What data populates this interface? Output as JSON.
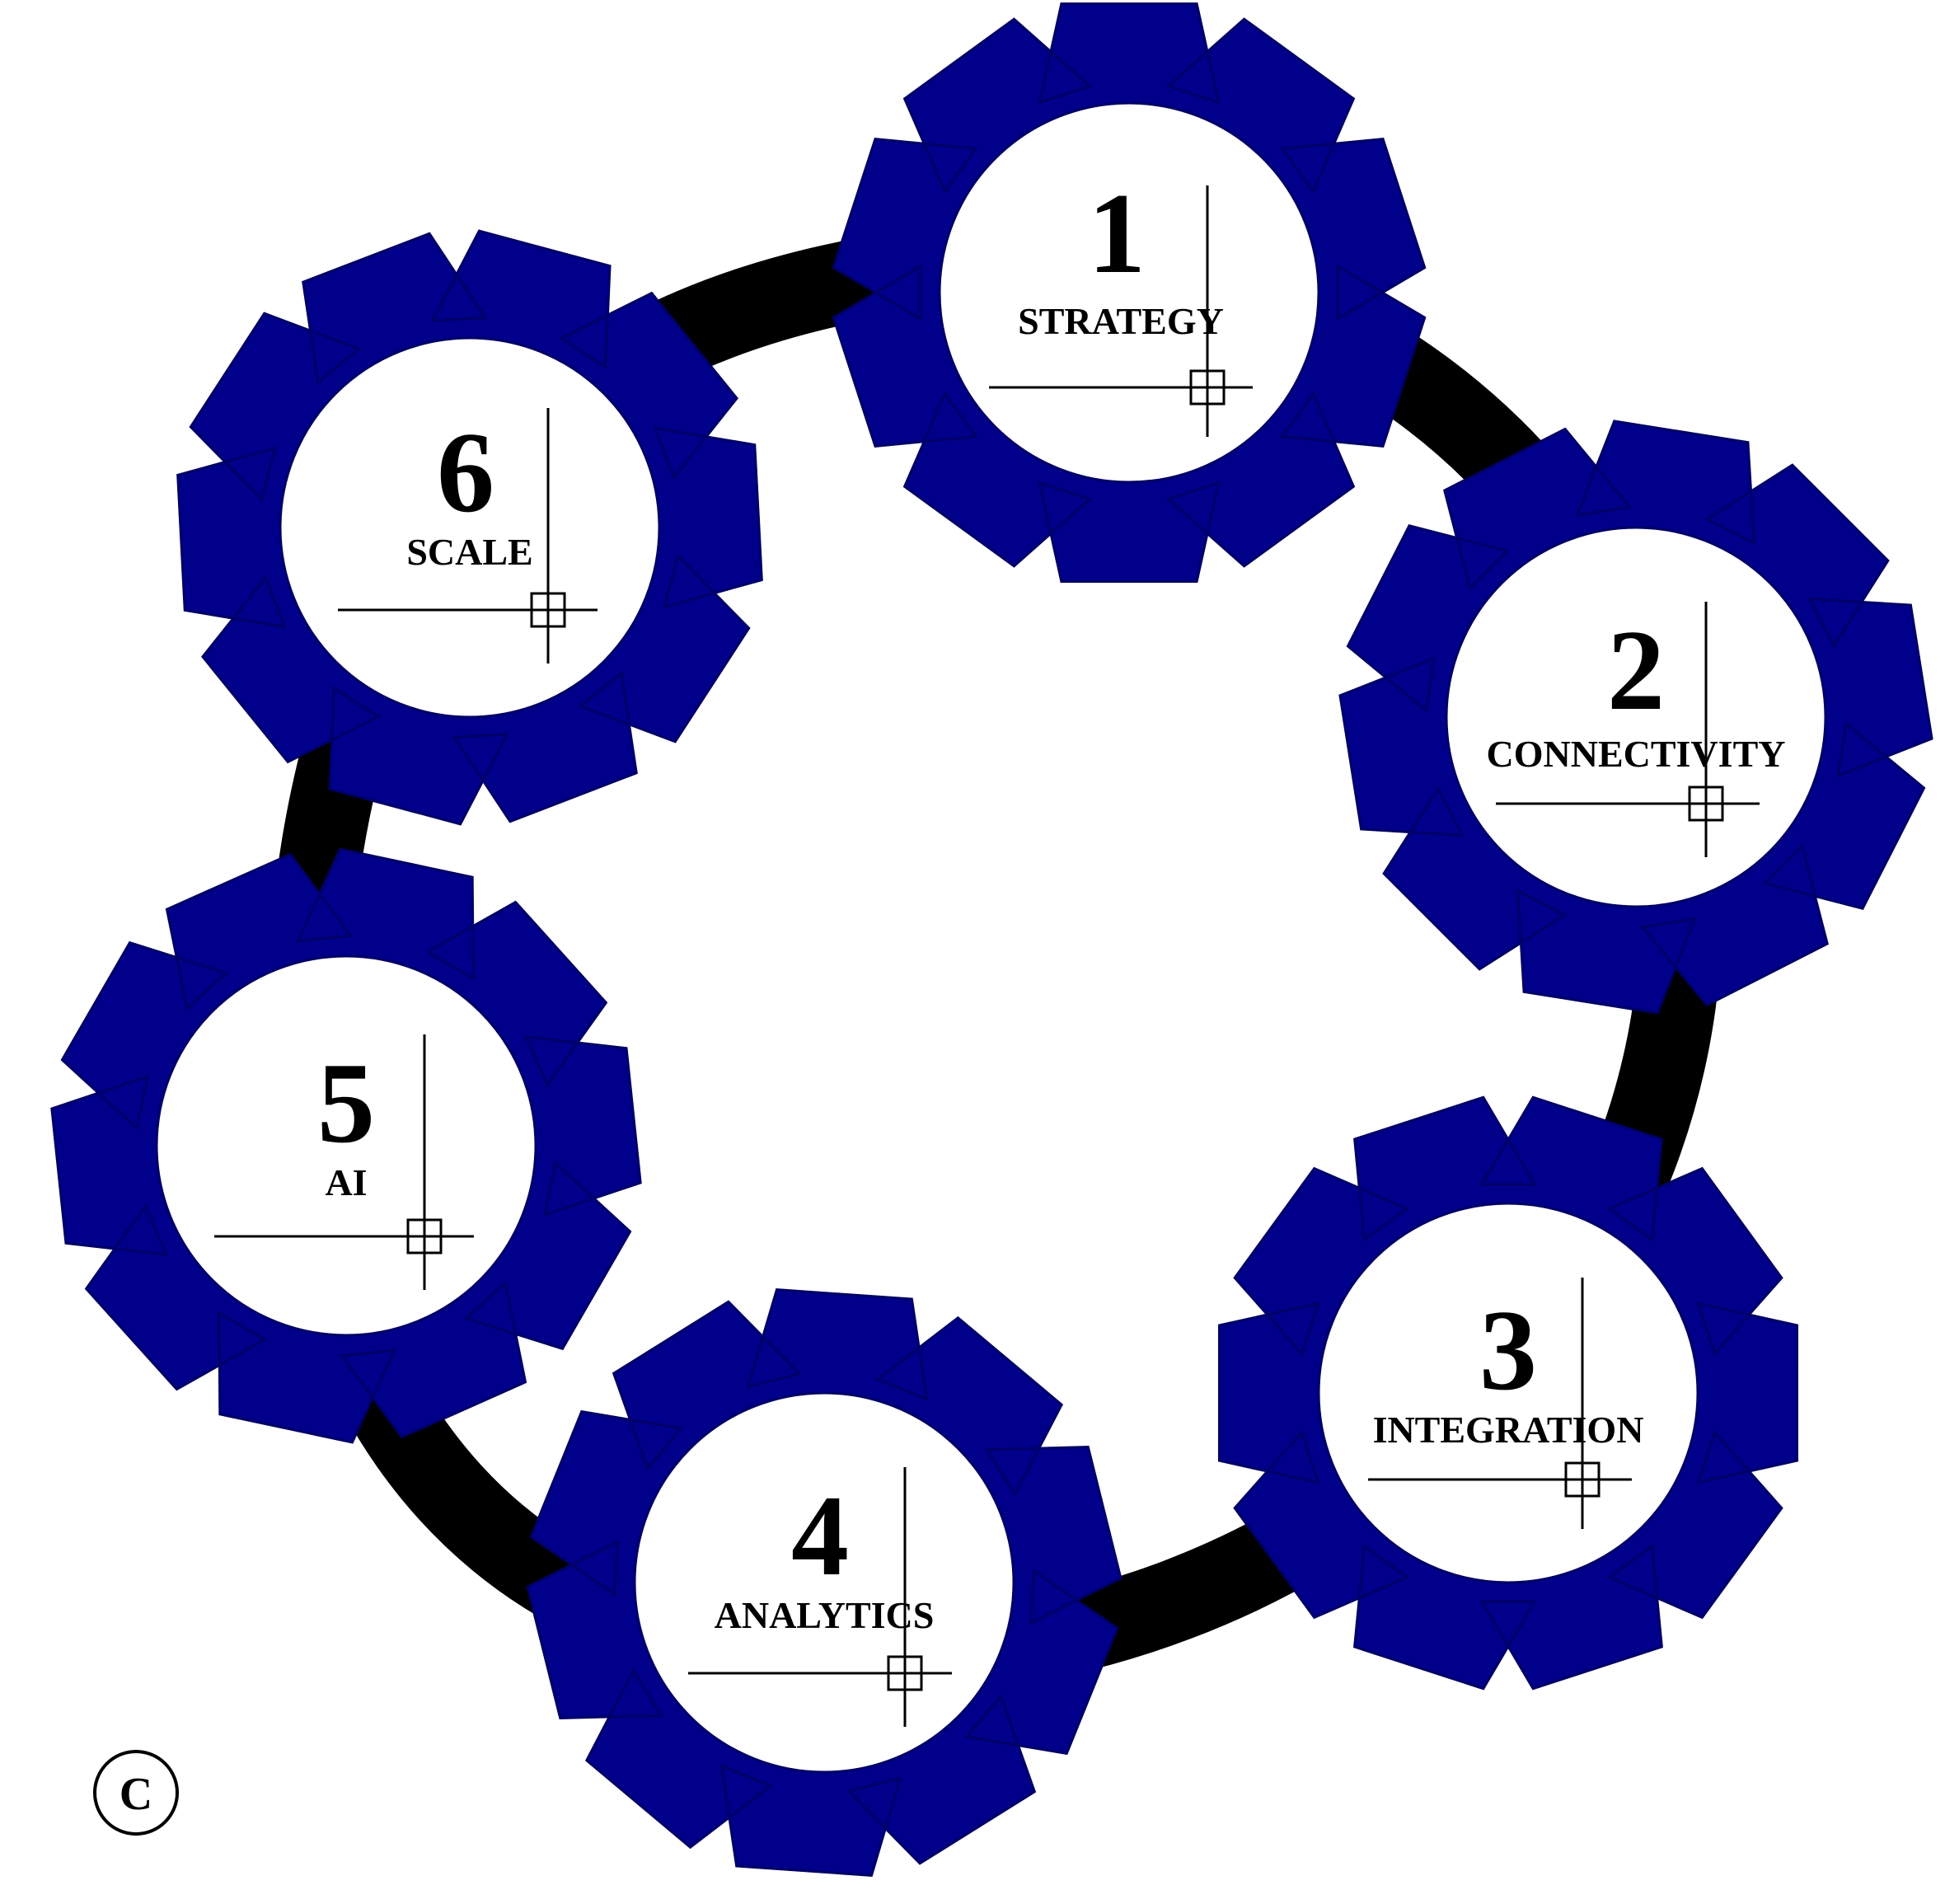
{
  "colors": {
    "gear": "#00008b",
    "gear_outline": "#000066",
    "ring": "#000000",
    "face": "#ffffff",
    "text": "#000000"
  },
  "gears": [
    {
      "number": "1",
      "label": "STRATEGY"
    },
    {
      "number": "2",
      "label": "CONNECTIVITY"
    },
    {
      "number": "3",
      "label": "INTEGRATION"
    },
    {
      "number": "4",
      "label": "ANALYTICS"
    },
    {
      "number": "5",
      "label": "AI"
    },
    {
      "number": "6",
      "label": "SCALE"
    }
  ],
  "corner_label": "C",
  "icons": {
    "gear": "gear-icon",
    "crosshair": "crosshair-icon",
    "corner": "circled-letter-icon"
  }
}
